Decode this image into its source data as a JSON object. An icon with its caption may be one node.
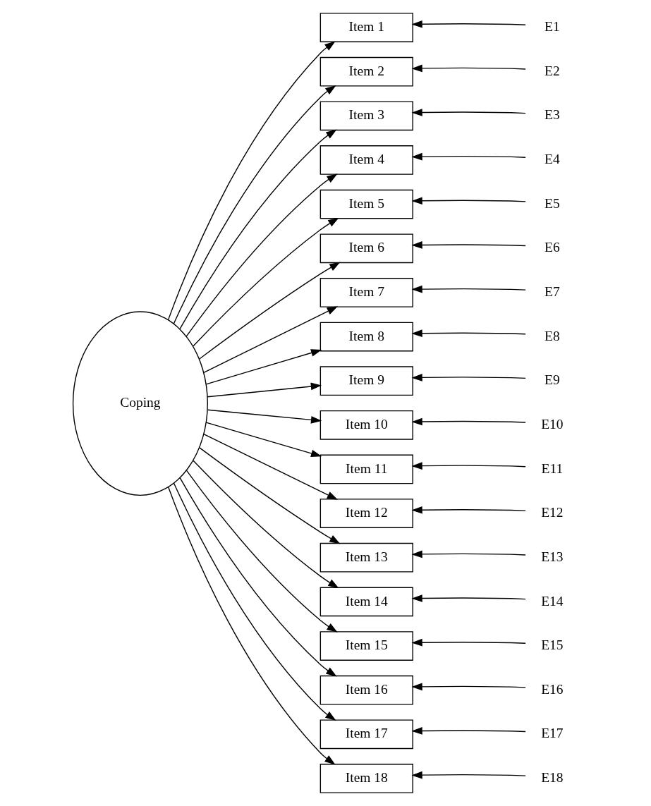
{
  "diagram": {
    "nodes": [
      {
        "text": [
          "Coping"
        ]
      },
      {
        "text": [
          "Item 1"
        ]
      },
      {
        "text": [
          "Item 2"
        ]
      },
      {
        "text": [
          "Item 3"
        ]
      },
      {
        "text": [
          "Item 4"
        ]
      },
      {
        "text": [
          "Item 5"
        ]
      },
      {
        "text": [
          "Item 6"
        ]
      },
      {
        "text": [
          "Item 7"
        ]
      },
      {
        "text": [
          "Item 8"
        ]
      },
      {
        "text": [
          "Item 9"
        ]
      },
      {
        "text": [
          "Item 10"
        ]
      },
      {
        "text": [
          "Item 11"
        ]
      },
      {
        "text": [
          "Item 12"
        ]
      },
      {
        "text": [
          "Item 13"
        ]
      },
      {
        "text": [
          "Item 14"
        ]
      },
      {
        "text": [
          "Item 15"
        ]
      },
      {
        "text": [
          "Item 16"
        ]
      },
      {
        "text": [
          "Item 17"
        ]
      },
      {
        "text": [
          "Item 18"
        ]
      },
      {
        "text": [
          "E1"
        ]
      },
      {
        "text": [
          "E2"
        ]
      },
      {
        "text": [
          "E3"
        ]
      },
      {
        "text": [
          "E4"
        ]
      },
      {
        "text": [
          "E5"
        ]
      },
      {
        "text": [
          "E6"
        ]
      },
      {
        "text": [
          "E7"
        ]
      },
      {
        "text": [
          "E8"
        ]
      },
      {
        "text": [
          "E9"
        ]
      },
      {
        "text": [
          "E10"
        ]
      },
      {
        "text": [
          "E11"
        ]
      },
      {
        "text": [
          "E12"
        ]
      },
      {
        "text": [
          "E13"
        ]
      },
      {
        "text": [
          "E14"
        ]
      },
      {
        "text": [
          "E15"
        ]
      },
      {
        "text": [
          "E16"
        ]
      },
      {
        "text": [
          "E17"
        ]
      },
      {
        "text": [
          "E18"
        ]
      }
    ],
    "edges": [
      {
        "from": 0,
        "to": 1,
        "arrow": "to"
      },
      {
        "from": 0,
        "to": 2,
        "arrow": "to"
      },
      {
        "from": 0,
        "to": 3,
        "arrow": "to"
      },
      {
        "from": 0,
        "to": 4,
        "arrow": "to"
      },
      {
        "from": 0,
        "to": 5,
        "arrow": "to"
      },
      {
        "from": 0,
        "to": 6,
        "arrow": "to"
      },
      {
        "from": 0,
        "to": 7,
        "arrow": "to"
      },
      {
        "from": 0,
        "to": 8,
        "arrow": "to"
      },
      {
        "from": 0,
        "to": 9,
        "arrow": "to"
      },
      {
        "from": 0,
        "to": 10,
        "arrow": "to"
      },
      {
        "from": 0,
        "to": 11,
        "arrow": "to"
      },
      {
        "from": 0,
        "to": 12,
        "arrow": "to"
      },
      {
        "from": 0,
        "to": 13,
        "arrow": "to"
      },
      {
        "from": 0,
        "to": 14,
        "arrow": "to"
      },
      {
        "from": 0,
        "to": 15,
        "arrow": "to"
      },
      {
        "from": 0,
        "to": 16,
        "arrow": "to"
      },
      {
        "from": 0,
        "to": 17,
        "arrow": "to"
      },
      {
        "from": 0,
        "to": 18,
        "arrow": "to"
      },
      {
        "from": 19,
        "to": 1,
        "arrow": "to"
      },
      {
        "from": 20,
        "to": 2,
        "arrow": "to"
      },
      {
        "from": 21,
        "to": 3,
        "arrow": "to"
      },
      {
        "from": 22,
        "to": 4,
        "arrow": "to"
      },
      {
        "from": 23,
        "to": 5,
        "arrow": "to"
      },
      {
        "from": 24,
        "to": 6,
        "arrow": "to"
      },
      {
        "from": 25,
        "to": 7,
        "arrow": "to"
      },
      {
        "from": 26,
        "to": 8,
        "arrow": "to"
      },
      {
        "from": 27,
        "to": 9,
        "arrow": "to"
      },
      {
        "from": 28,
        "to": 10,
        "arrow": "to"
      },
      {
        "from": 29,
        "to": 11,
        "arrow": "to"
      },
      {
        "from": 30,
        "to": 12,
        "arrow": "to"
      },
      {
        "from": 31,
        "to": 13,
        "arrow": "to"
      },
      {
        "from": 32,
        "to": 14,
        "arrow": "to"
      },
      {
        "from": 33,
        "to": 15,
        "arrow": "to"
      },
      {
        "from": 34,
        "to": 16,
        "arrow": "to"
      },
      {
        "from": 35,
        "to": 17,
        "arrow": "to"
      },
      {
        "from": 36,
        "to": 18,
        "arrow": "to"
      }
    ]
  }
}
